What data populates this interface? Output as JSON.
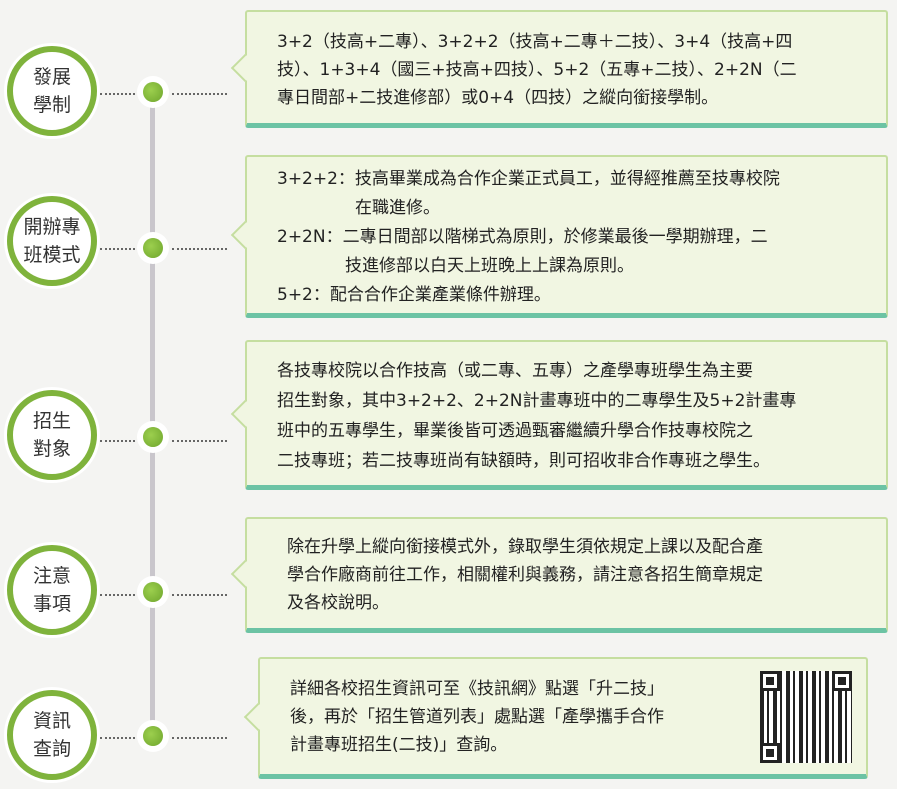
{
  "items": [
    {
      "label_l1": "發展",
      "label_l2": "學制",
      "lines": [
        "3+2（技高+二專）、3+2+2（技高+二專＋二技）、3+4（技高+四",
        "技）、1+3+4（國三+技高+四技）、5+2（五專+二技）、2+2N（二",
        "專日間部+二技進修部）或0+4（四技）之縱向銜接學制。"
      ]
    },
    {
      "label_l1": "開辦專",
      "label_l2": "班模式",
      "lines": [
        "3+2+2：技高畢業成為合作企業正式員工，並得經推薦至技專校院",
        "在職進修。",
        "2+2N：二專日間部以階梯式為原則，於修業最後一學期辦理，二",
        "技進修部以白天上班晚上上課為原則。",
        "5+2：配合合作企業產業條件辦理。"
      ]
    },
    {
      "label_l1": "招生",
      "label_l2": "對象",
      "lines": [
        "各技專校院以合作技高（或二專、五專）之產學專班學生為主要",
        "招生對象，其中3+2+2、2+2N計畫專班中的二專學生及5+2計畫專",
        "班中的五專學生，畢業後皆可透過甄審繼續升學合作技專校院之",
        "二技專班；若二技專班尚有缺額時，則可招收非合作專班之學生。"
      ]
    },
    {
      "label_l1": "注意",
      "label_l2": "事項",
      "lines": [
        "除在升學上縱向銜接模式外，錄取學生須依規定上課以及配合產",
        "學合作廠商前往工作，相關權利與義務，請注意各招生簡章規定",
        "及各校說明。"
      ]
    },
    {
      "label_l1": "資訊",
      "label_l2": "查詢",
      "lines": [
        "詳細各校招生資訊可至《技訊網》點選「升二技」",
        "後，再於「招生管道列表」處點選「產學攜手合作",
        "計畫專班招生(二技)」查詢。"
      ]
    }
  ]
}
